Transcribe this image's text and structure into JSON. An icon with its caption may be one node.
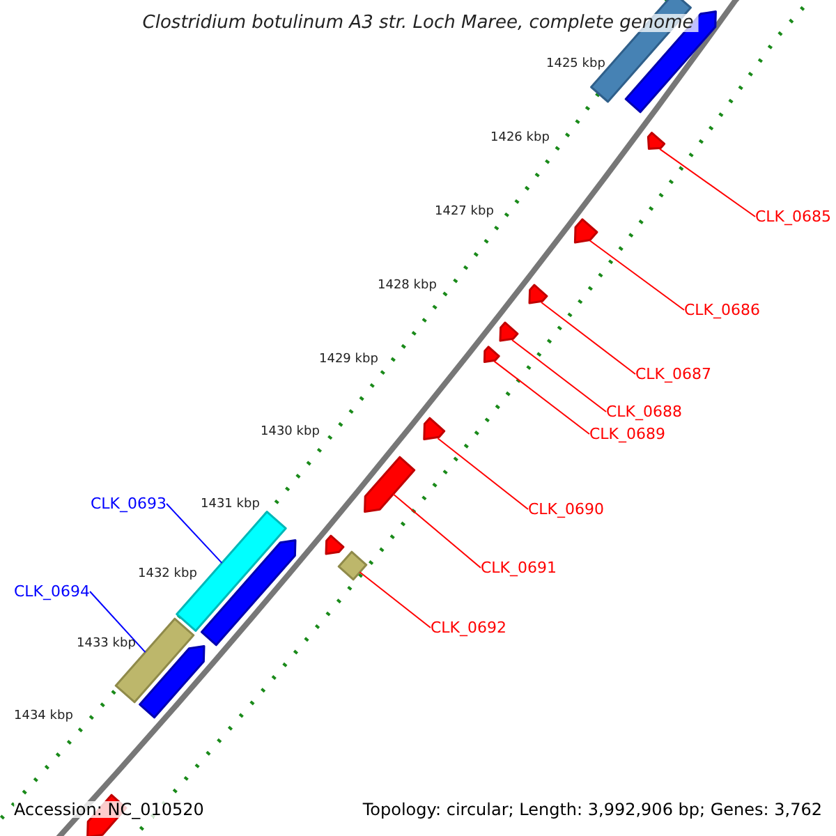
{
  "diagram": {
    "title": "Clostridium botulinum A3 str. Loch Maree, complete genome",
    "nodes": [
      {
        "text": [
          "CLK_0685"
        ]
      },
      {
        "text": [
          "CLK_0686"
        ]
      },
      {
        "text": [
          "CLK_0687"
        ]
      },
      {
        "text": [
          "CLK_0688"
        ]
      },
      {
        "text": [
          "CLK_0689"
        ]
      },
      {
        "text": [
          "CLK_0690"
        ]
      },
      {
        "text": [
          "CLK_0691"
        ]
      },
      {
        "text": [
          "CLK_0692"
        ]
      },
      {
        "text": [
          "CLK_0693"
        ]
      },
      {
        "text": [
          "CLK_0694"
        ]
      },
      {
        "text": [],
        "shape": "arrow"
      },
      {
        "text": [],
        "shape": "arrow"
      },
      {
        "text": [],
        "shape": "arrow"
      },
      {
        "text": [],
        "shape": "arrow"
      },
      {
        "text": [],
        "shape": "arrow"
      },
      {
        "text": [],
        "shape": "arrow"
      },
      {
        "text": [],
        "shape": "arrow"
      },
      {
        "text": [],
        "shape": "bar"
      },
      {
        "text": [],
        "shape": "bar"
      },
      {
        "text": [],
        "shape": "bar"
      },
      {
        "text": [],
        "shape": "bar"
      },
      {
        "text": [],
        "shape": "arrow"
      },
      {
        "text": [],
        "shape": "arrow"
      },
      {
        "text": [],
        "shape": "arrow"
      },
      {
        "text": [],
        "shape": "arrow"
      },
      {
        "text": [],
        "shape": "arrow"
      }
    ],
    "edges": [
      {
        "from": 0,
        "to": 10,
        "arrow": "none"
      },
      {
        "from": 1,
        "to": 11,
        "arrow": "none"
      },
      {
        "from": 2,
        "to": 12,
        "arrow": "none"
      },
      {
        "from": 3,
        "to": 13,
        "arrow": "none"
      },
      {
        "from": 4,
        "to": 14,
        "arrow": "none"
      },
      {
        "from": 5,
        "to": 15,
        "arrow": "none"
      },
      {
        "from": 6,
        "to": 16,
        "arrow": "none"
      },
      {
        "from": 7,
        "to": 17,
        "arrow": "none"
      },
      {
        "from": 8,
        "to": 18,
        "arrow": "none",
        "color": "#0000ff"
      },
      {
        "from": 9,
        "to": 19,
        "arrow": "none",
        "color": "#0000ff"
      }
    ],
    "labels": [
      "1425 kbp",
      "1426 kbp",
      "1427 kbp",
      "1428 kbp",
      "1429 kbp",
      "1430 kbp",
      "1431 kbp",
      "1432 kbp",
      "1433 kbp",
      "1434 kbp",
      "Accession: NC_010520",
      "Topology: circular; Length: 3,992,906 bp; Genes: 3,762"
    ]
  }
}
